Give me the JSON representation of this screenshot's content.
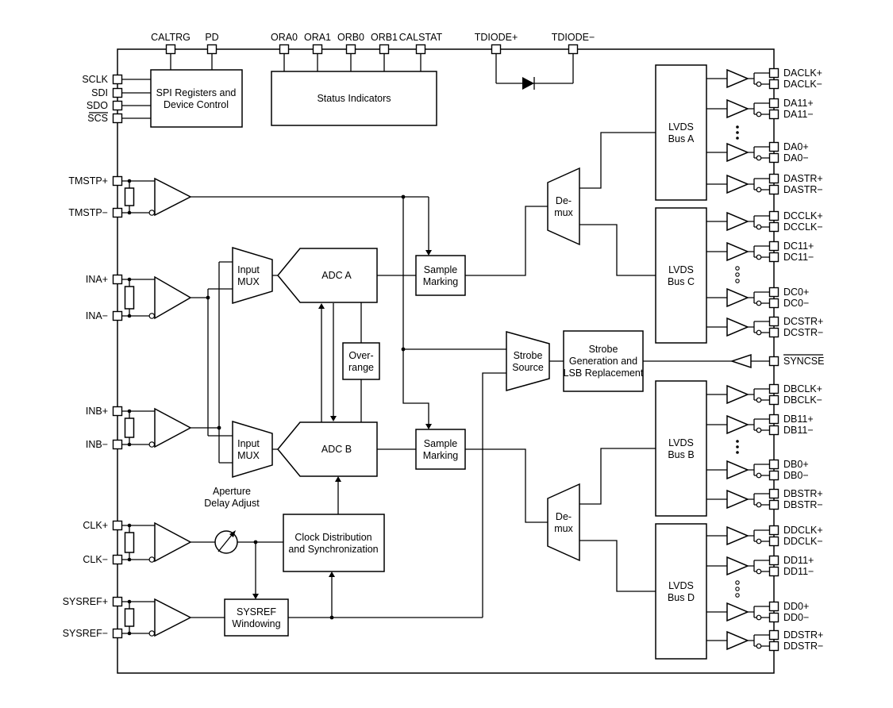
{
  "diagram": {
    "type": "adc-functional-block-diagram",
    "colors": {
      "line": "#000000",
      "background": "#ffffff"
    }
  },
  "pins": {
    "top": [
      "CALTRG",
      "PD",
      "ORA0",
      "ORA1",
      "ORB0",
      "ORB1",
      "CALSTAT",
      "TDIODE+",
      "TDIODE−"
    ],
    "left": [
      "SCLK",
      "SDI",
      "SDO",
      "SCS",
      "TMSTP+",
      "TMSTP−",
      "INA+",
      "INA−",
      "INB+",
      "INB−",
      "CLK+",
      "CLK−",
      "SYSREF+",
      "SYSREF−"
    ],
    "right": [
      "DACLK+",
      "DACLK−",
      "DA11+",
      "DA11−",
      "DA0+",
      "DA0−",
      "DASTR+",
      "DASTR−",
      "DCCLK+",
      "DCCLK−",
      "DC11+",
      "DC11−",
      "DC0+",
      "DC0−",
      "DCSTR+",
      "DCSTR−",
      "SYNCSE",
      "DBCLK+",
      "DBCLK−",
      "DB11+",
      "DB11−",
      "DB0+",
      "DB0−",
      "DBSTR+",
      "DBSTR−",
      "DDCLK+",
      "DDCLK−",
      "DD11+",
      "DD11−",
      "DD0+",
      "DD0−",
      "DDSTR+",
      "DDSTR−"
    ]
  },
  "blocks": {
    "spi": [
      "SPI Registers and",
      "Device Control"
    ],
    "status": [
      "Status Indicators"
    ],
    "input_mux": [
      "Input",
      "MUX"
    ],
    "adc_a": [
      "ADC A"
    ],
    "adc_b": [
      "ADC B"
    ],
    "overrange": [
      "Over-",
      "range"
    ],
    "sample_marking": [
      "Sample",
      "Marking"
    ],
    "strobe_source": [
      "Strobe",
      "Source"
    ],
    "strobe_gen": [
      "Strobe",
      "Generation and",
      "LSB Replacement"
    ],
    "demux": [
      "De-",
      "mux"
    ],
    "lvds_a": [
      "LVDS",
      "Bus A"
    ],
    "lvds_c": [
      "LVDS",
      "Bus C"
    ],
    "lvds_b": [
      "LVDS",
      "Bus B"
    ],
    "lvds_d": [
      "LVDS",
      "Bus D"
    ],
    "clock_dist": [
      "Clock Distribution",
      "and Synchronization"
    ],
    "sysref_windowing": [
      "SYSREF",
      "Windowing"
    ],
    "aperture": [
      "Aperture",
      "Delay Adjust"
    ]
  }
}
